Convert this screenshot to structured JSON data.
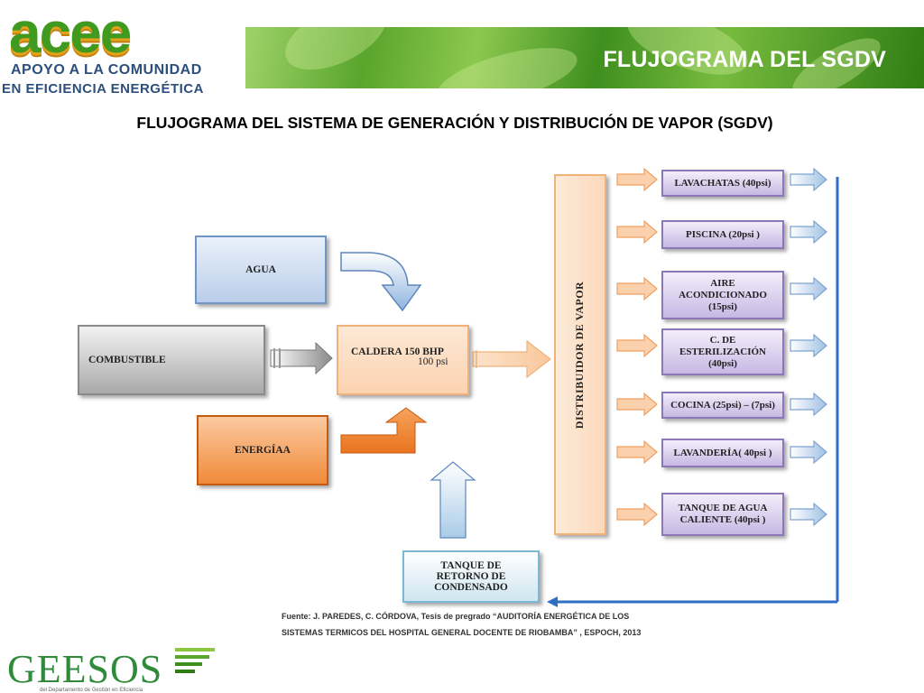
{
  "header": {
    "title": "FLUJOGRAMA DEL SGDV",
    "logo_word": "acee",
    "logo_line1": "APOYO A LA COMUNIDAD",
    "logo_line2": "EN EFICIENCIA ENERGÉTICA"
  },
  "main_title": "FLUJOGRAMA DEL SISTEMA DE GENERACIÓN Y DISTRIBUCIÓN DE VAPOR (SGDV)",
  "inputs": {
    "agua": "AGUA",
    "combustible": "COMBUSTIBLE",
    "energia": "ENERGÍAA"
  },
  "caldera": {
    "line1": "CALDERA   150 BHP",
    "line2": "100 psi"
  },
  "distribuidor": "DISTRIBUIDOR DE VAPOR",
  "tanque_retorno": "TANQUE DE RETORNO DE CONDENSADO",
  "services": [
    {
      "label": "LAVACHATAS  (40psi)"
    },
    {
      "label": "PISCINA (20psi )"
    },
    {
      "label": "AIRE ACONDICIONADO (15psi)"
    },
    {
      "label": "C. DE ESTERILIZACIÓN (40psi)"
    },
    {
      "label": "COCINA (25psi) – (7psi)"
    },
    {
      "label": "LAVANDERÍA( 40psi )"
    },
    {
      "label": "TANQUE DE AGUA CALIENTE (40psi )"
    }
  ],
  "source": {
    "line1": "Fuente: J. PAREDES, C. CÓRDOVA, Tesis de pregrado “AUDITORÍA ENERGÉTICA DE LOS",
    "line2": "SISTEMAS TERMICOS DEL HOSPITAL GENERAL DOCENTE DE RIOBAMBA” , ESPOCH, 2013"
  },
  "footer_logo": "GEESOS",
  "footer_sub": "del Departamento de Gestión en Eficiencia"
}
